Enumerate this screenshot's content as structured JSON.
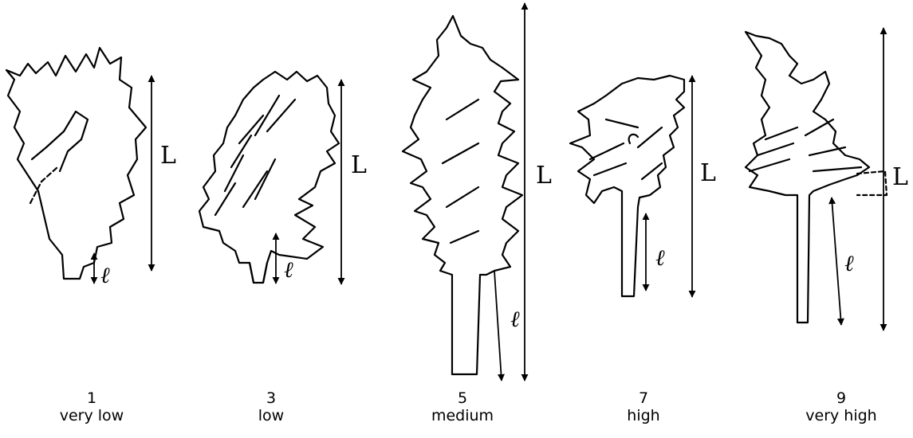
{
  "figure": {
    "colors": {
      "ink": "#000000",
      "background": "#ffffff"
    },
    "length_labels": {
      "total": "L",
      "petiole": "ℓ"
    },
    "notes": [
      {
        "score": "1",
        "label": "very low"
      },
      {
        "score": "3",
        "label": "low"
      },
      {
        "score": "5",
        "label": "medium"
      },
      {
        "score": "7",
        "label": "high"
      },
      {
        "score": "9",
        "label": "very high"
      }
    ]
  }
}
